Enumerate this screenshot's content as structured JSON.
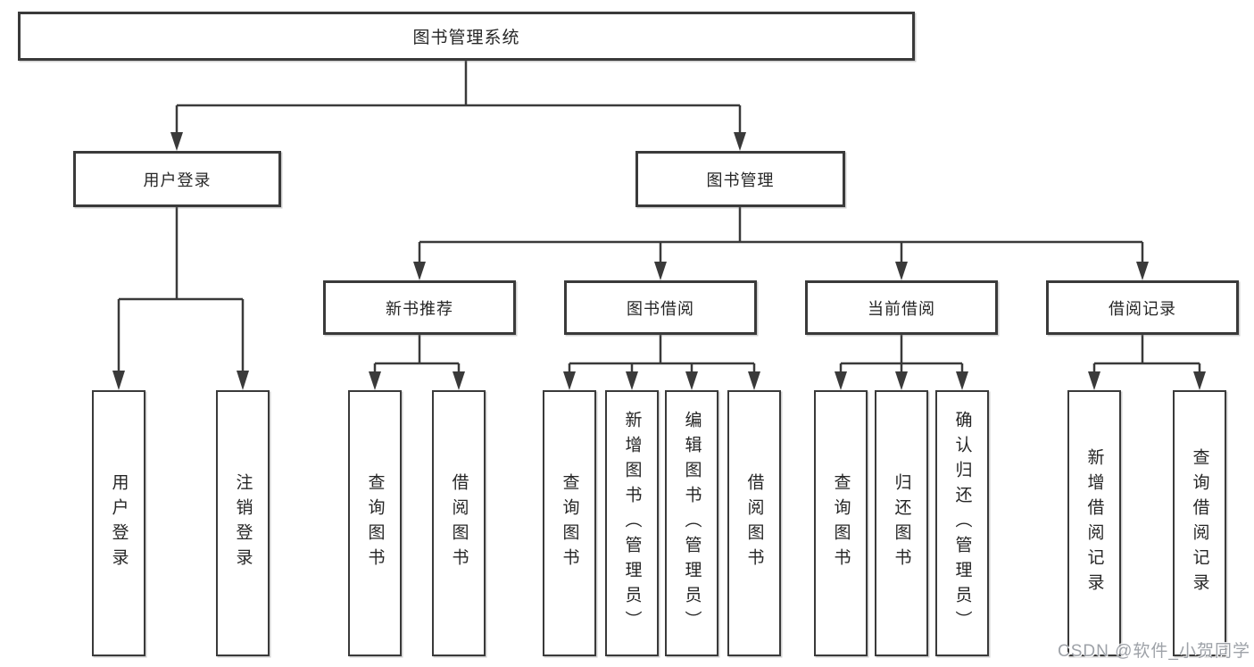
{
  "diagram": {
    "root": {
      "label": "图书管理系统"
    },
    "branches": [
      {
        "label": "用户登录",
        "children": [
          {
            "label": "用户登录"
          },
          {
            "label": "注销登录"
          }
        ]
      },
      {
        "label": "图书管理",
        "children": [
          {
            "label": "新书推荐",
            "children": [
              {
                "label": "查询图书"
              },
              {
                "label": "借阅图书"
              }
            ]
          },
          {
            "label": "图书借阅",
            "children": [
              {
                "label": "查询图书"
              },
              {
                "label": "新增图书（管理员）"
              },
              {
                "label": "编辑图书（管理员）"
              },
              {
                "label": "借阅图书"
              }
            ]
          },
          {
            "label": "当前借阅",
            "children": [
              {
                "label": "查询图书"
              },
              {
                "label": "归还图书"
              },
              {
                "label": "确认归还（管理员）"
              }
            ]
          },
          {
            "label": "借阅记录",
            "children": [
              {
                "label": "新增借阅记录"
              },
              {
                "label": "查询借阅记录"
              }
            ]
          }
        ]
      }
    ]
  },
  "watermark": {
    "text": "CSDN @软件_小贺同学"
  },
  "colors": {
    "line": "#3a3a3a",
    "box_border": "#3a3a3a",
    "text": "#262626",
    "watermark": "#9ea2a8",
    "background": "#ffffff"
  }
}
